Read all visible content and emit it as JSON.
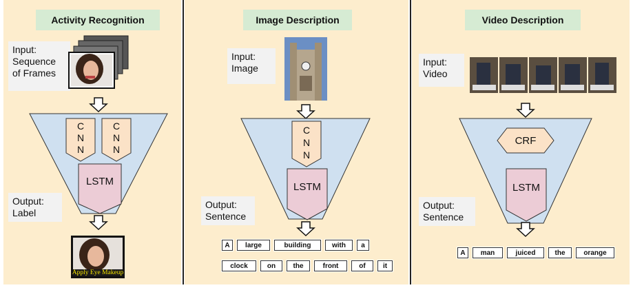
{
  "panels": [
    {
      "title": "Activity Recognition",
      "input": "Input:\nSequence\nof Frames",
      "cnn": [
        "C\nN\nN",
        "C\nN\nN"
      ],
      "lstm": "LSTM",
      "output": "Output:\nLabel",
      "result_caption": "Apply Eye Makeup"
    },
    {
      "title": "Image Description",
      "input": "Input:\nImage",
      "cnn": [
        "C\nN\nN"
      ],
      "lstm": "LSTM",
      "output": "Output:\nSentence",
      "words_row1": [
        "A",
        "large",
        "building",
        "with",
        "a"
      ],
      "words_row2": [
        "clock",
        "on",
        "the",
        "front",
        "of",
        "it"
      ]
    },
    {
      "title": "Video Description",
      "input": "Input:\nVideo",
      "crf": "CRF",
      "lstm": "LSTM",
      "output": "Output:\nSentence",
      "words_row1": [
        "A",
        "man",
        "juiced",
        "the",
        "orange"
      ]
    }
  ],
  "colors": {
    "panel_bg": "#fdedcd",
    "title_bg": "#d6ebd3",
    "funnel": "#cfe0f0",
    "cnn": "#fbe2c7",
    "lstm": "#ecccd6"
  }
}
